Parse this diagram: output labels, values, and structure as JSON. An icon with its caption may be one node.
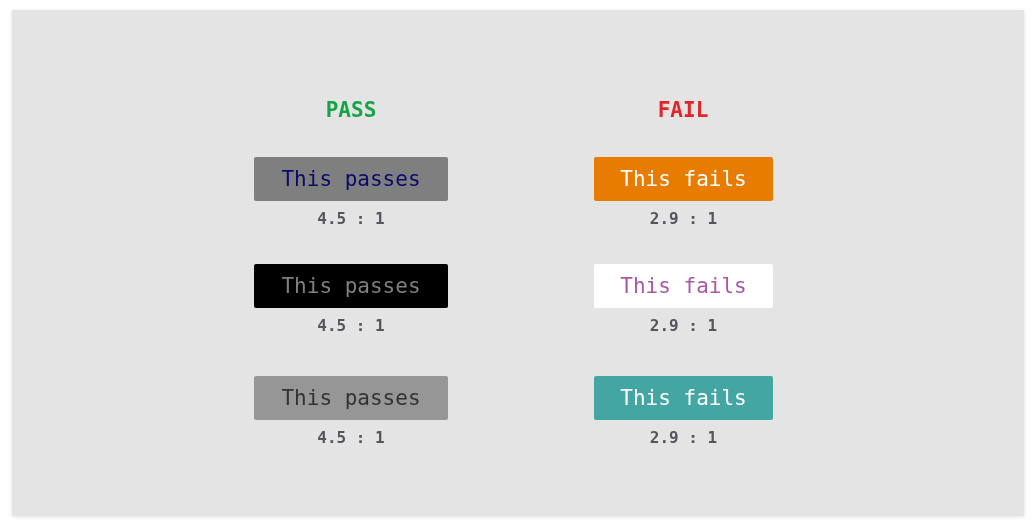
{
  "diagram": {
    "nodes": [
      {
        "text": [
          "This passes"
        ],
        "beside": [
          "4.5 : 1"
        ]
      },
      {
        "text": [
          "This fails"
        ],
        "beside": [
          "2.9 : 1"
        ]
      },
      {
        "text": [
          "This passes"
        ],
        "beside": [
          "4.5 : 1"
        ]
      },
      {
        "text": [
          "This fails"
        ],
        "beside": [
          "2.9 : 1"
        ]
      },
      {
        "text": [
          "This passes"
        ],
        "beside": [
          "4.5 : 1"
        ]
      },
      {
        "text": [
          "This fails"
        ],
        "beside": [
          "2.9 : 1"
        ]
      }
    ],
    "labels": [
      "PASS",
      "FAIL"
    ]
  }
}
